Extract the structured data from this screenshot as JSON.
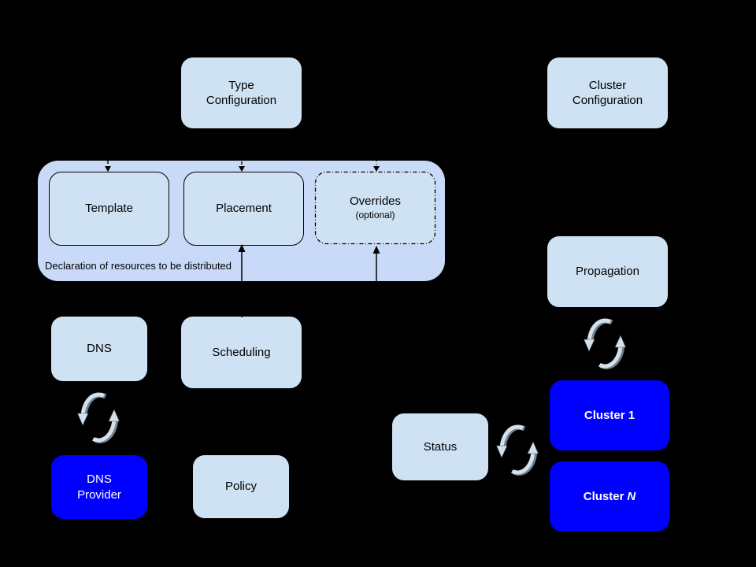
{
  "diagram": {
    "title_hint": "resource distribution architecture diagram",
    "background": "#000000",
    "colors": {
      "node_fill": "#cfe2f3",
      "group_fill": "#c9daf8",
      "accent_blue": "#0000ff",
      "node_text": "#000000",
      "accent_text": "#ffffff",
      "connector": "#000000",
      "sync_arrow_light": "#d4e0ea",
      "sync_arrow_dark": "#74828e"
    },
    "icons": {
      "sync": "circular-refresh-arrows"
    },
    "nodes": {
      "type_configuration": {
        "label": "Type\nConfiguration"
      },
      "cluster_configuration": {
        "label": "Cluster\nConfiguration"
      },
      "template": {
        "label": "Template"
      },
      "placement": {
        "label": "Placement"
      },
      "overrides": {
        "label": "Overrides",
        "sublabel": "(optional)"
      },
      "dns": {
        "label": "DNS"
      },
      "scheduling": {
        "label": "Scheduling"
      },
      "dns_provider": {
        "label": "DNS\nProvider"
      },
      "policy": {
        "label": "Policy"
      },
      "propagation": {
        "label": "Propagation"
      },
      "cluster_1": {
        "label": "Cluster 1"
      },
      "cluster_n": {
        "label_prefix": "Cluster",
        "label_suffix": "N"
      },
      "status": {
        "label": "Status"
      }
    },
    "group": {
      "caption": "Declaration of resources to be distributed"
    }
  }
}
